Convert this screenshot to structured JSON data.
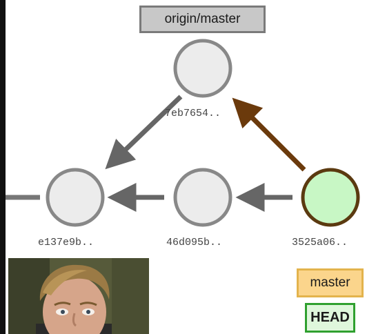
{
  "refs": {
    "origin_master": "origin/master",
    "master": "master",
    "head": "HEAD"
  },
  "commits": [
    {
      "id": "e137e9b..",
      "fill": "#ececec",
      "stroke": "#888888"
    },
    {
      "id": "46d095b..",
      "fill": "#ececec",
      "stroke": "#888888"
    },
    {
      "id": "3525a06..",
      "fill": "#c8f7c5",
      "stroke": "#5b3a10"
    },
    {
      "id": "7eb7654..",
      "fill": "#ececec",
      "stroke": "#888888"
    }
  ],
  "colors": {
    "arrow_gray": "#666666",
    "arrow_brown": "#6b3a0c"
  }
}
